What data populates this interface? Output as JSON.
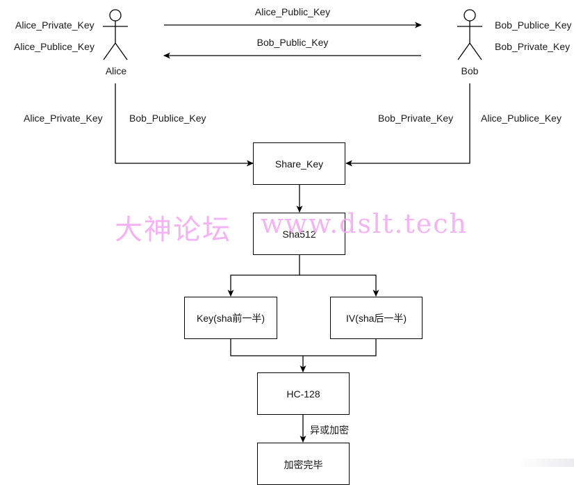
{
  "actors": {
    "alice": {
      "name": "Alice"
    },
    "bob": {
      "name": "Bob"
    }
  },
  "keys": {
    "alice_side_private": "Alice_Private_Key",
    "alice_side_public": "Alice_Publice_Key",
    "bob_side_public": "Bob_Publice_Key",
    "bob_side_private": "Bob_Private_Key"
  },
  "exchange": {
    "to_bob": "Alice_Public_Key",
    "to_alice": "Bob_Public_Key"
  },
  "inputs": {
    "alice_private": "Alice_Private_Key",
    "bob_public": "Bob_Publice_Key",
    "bob_private": "Bob_Private_Key",
    "alice_public": "Alice_Publice_Key"
  },
  "nodes": {
    "share_key": "Share_Key",
    "sha512": "Sha512",
    "key": "Key(sha前一半)",
    "iv": "IV(sha后一半)",
    "hc128": "HC-128",
    "done": "加密完毕"
  },
  "edge_labels": {
    "xor_encrypt": "异或加密"
  },
  "watermark": {
    "cn": "大神论坛",
    "url": "www.dslt.tech"
  }
}
